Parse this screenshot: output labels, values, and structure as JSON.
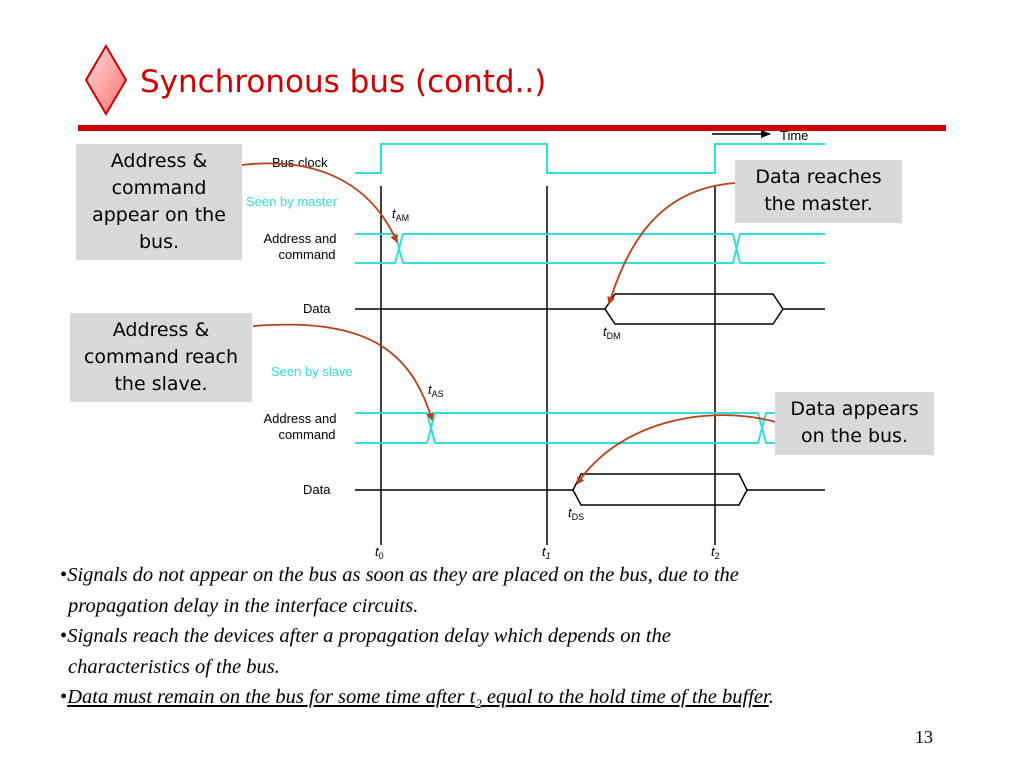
{
  "slide": {
    "title": "Synchronous bus (contd..)",
    "page_number": "13"
  },
  "diagram": {
    "time_label": "Time",
    "bus_clock_label": "Bus clock",
    "seen_by_master_label": "Seen by master",
    "seen_by_slave_label": "Seen by slave",
    "address_command_label_line1": "Address and",
    "address_command_label_line2": "command",
    "data_label": "Data",
    "t_am": {
      "base": "t",
      "sub": "AM"
    },
    "t_dm": {
      "base": "t",
      "sub": "DM"
    },
    "t_as": {
      "base": "t",
      "sub": "AS"
    },
    "t_ds": {
      "base": "t",
      "sub": "DS"
    },
    "t0": {
      "base": "t",
      "sub": "0"
    },
    "t1": {
      "base": "t",
      "sub": "1"
    },
    "t2": {
      "base": "t",
      "sub": "2"
    },
    "colors": {
      "accent": "#cc0000",
      "signal": "#33dddd",
      "arrow": "#b8401a",
      "callout_bg": "#d9d9d9"
    }
  },
  "callouts": {
    "master_appear": [
      "Address &",
      "command",
      "appear on the",
      "bus."
    ],
    "slave_reach": [
      "Address &",
      "command reach",
      "the slave."
    ],
    "data_reaches_master": [
      "Data reaches",
      "the master."
    ],
    "data_appears": [
      "Data appears",
      "on the bus."
    ]
  },
  "bullets": {
    "b1_line1": "Signals do not appear on the bus as soon as they are placed on the bus, due to the",
    "b1_line2": "propagation delay in the interface circuits.",
    "b2_line1": "Signals reach the devices after a propagation delay which depends on the",
    "b2_line2": "characteristics of the bus.",
    "b3_part1": "Data must remain on the bus for some time after t",
    "b3_sub": "2",
    "b3_part2": " equal to the hold time of the buffer",
    "b3_end": "."
  }
}
